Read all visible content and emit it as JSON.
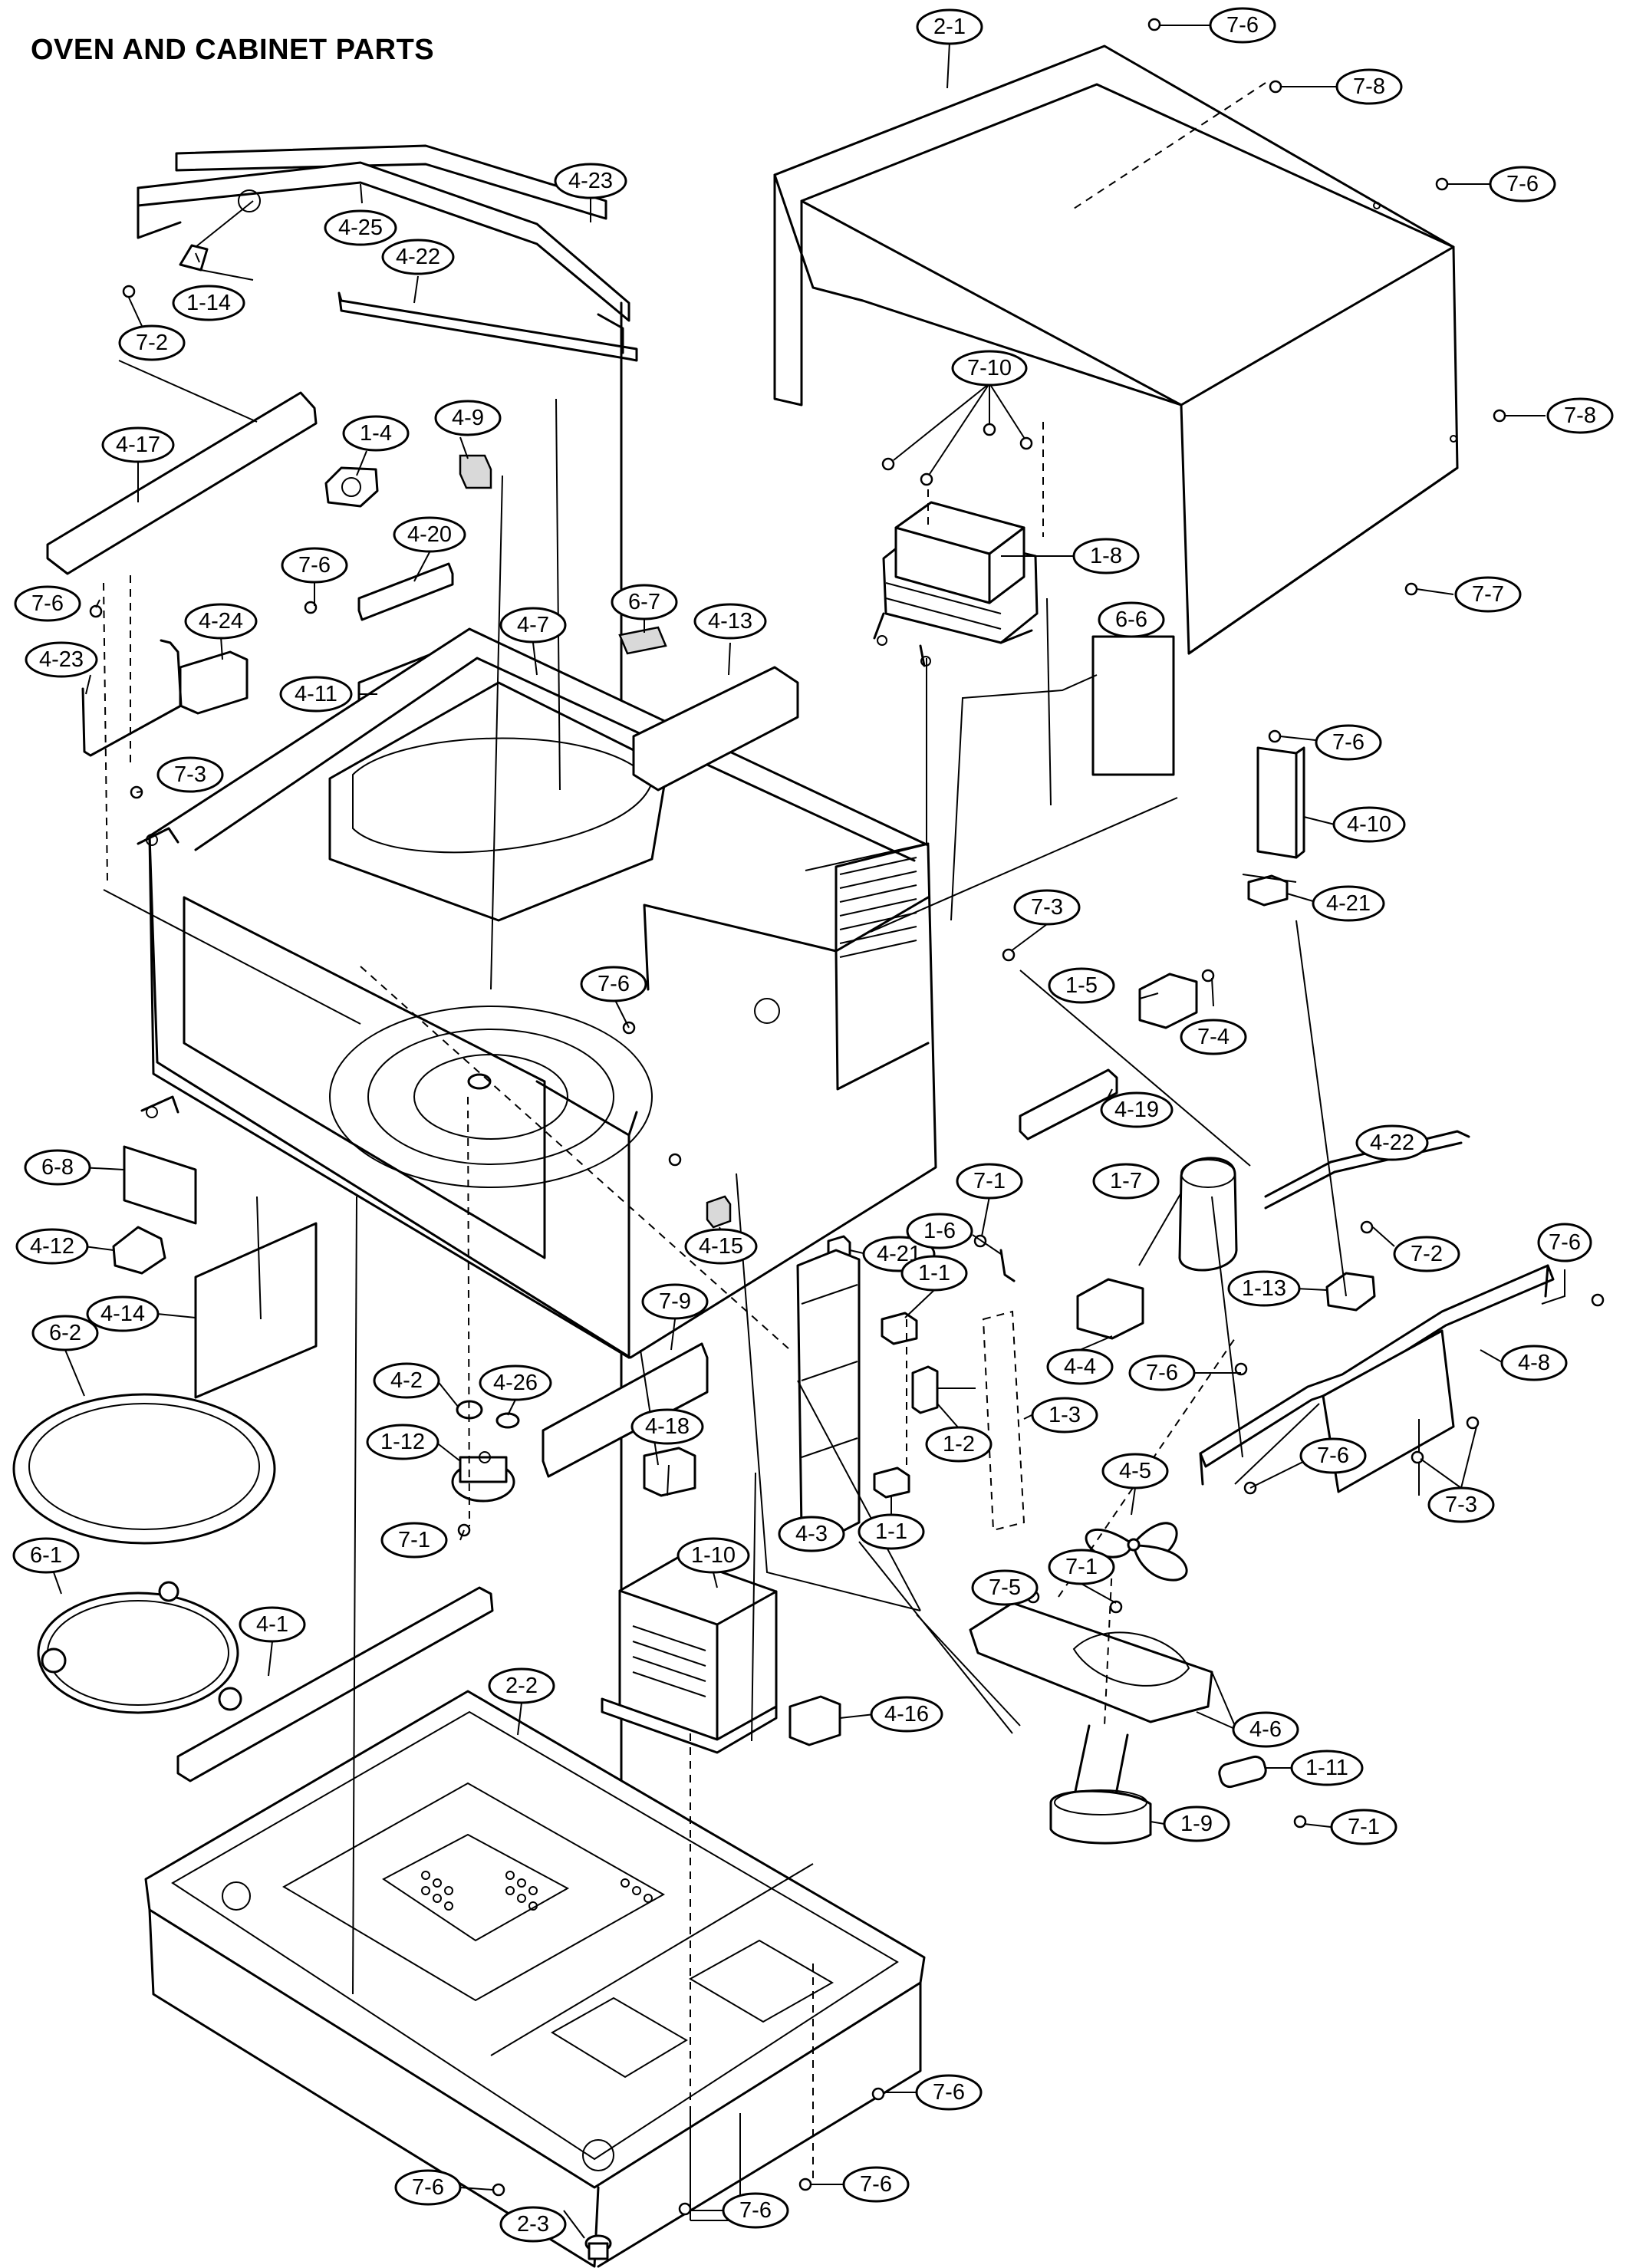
{
  "title": "OVEN AND CABINET PARTS",
  "labels": [
    {
      "id": "2-1",
      "text": "2-1"
    },
    {
      "id": "7-6a",
      "text": "7-6"
    },
    {
      "id": "7-8a",
      "text": "7-8"
    },
    {
      "id": "7-6b",
      "text": "7-6"
    },
    {
      "id": "7-8b",
      "text": "7-8"
    },
    {
      "id": "7-7",
      "text": "7-7"
    },
    {
      "id": "7-10",
      "text": "7-10"
    },
    {
      "id": "1-8",
      "text": "1-8"
    },
    {
      "id": "6-6",
      "text": "6-6"
    },
    {
      "id": "7-6c",
      "text": "7-6"
    },
    {
      "id": "4-10",
      "text": "4-10"
    },
    {
      "id": "4-21a",
      "text": "4-21"
    },
    {
      "id": "4-23a",
      "text": "4-23"
    },
    {
      "id": "4-25",
      "text": "4-25"
    },
    {
      "id": "4-22a",
      "text": "4-22"
    },
    {
      "id": "1-14",
      "text": "1-14"
    },
    {
      "id": "7-2a",
      "text": "7-2"
    },
    {
      "id": "4-17",
      "text": "4-17"
    },
    {
      "id": "1-4",
      "text": "1-4"
    },
    {
      "id": "4-9",
      "text": "4-9"
    },
    {
      "id": "4-20",
      "text": "4-20"
    },
    {
      "id": "7-6d",
      "text": "7-6"
    },
    {
      "id": "7-6e",
      "text": "7-6"
    },
    {
      "id": "4-24",
      "text": "4-24"
    },
    {
      "id": "4-23b",
      "text": "4-23"
    },
    {
      "id": "4-11",
      "text": "4-11"
    },
    {
      "id": "4-7",
      "text": "4-7"
    },
    {
      "id": "6-7",
      "text": "6-7"
    },
    {
      "id": "4-13",
      "text": "4-13"
    },
    {
      "id": "7-3a",
      "text": "7-3"
    },
    {
      "id": "7-3b",
      "text": "7-3"
    },
    {
      "id": "1-5",
      "text": "1-5"
    },
    {
      "id": "7-4",
      "text": "7-4"
    },
    {
      "id": "7-6f",
      "text": "7-6"
    },
    {
      "id": "4-19",
      "text": "4-19"
    },
    {
      "id": "4-22b",
      "text": "4-22"
    },
    {
      "id": "6-8",
      "text": "6-8"
    },
    {
      "id": "4-12",
      "text": "4-12"
    },
    {
      "id": "4-15",
      "text": "4-15"
    },
    {
      "id": "4-21b",
      "text": "4-21"
    },
    {
      "id": "7-1a",
      "text": "7-1"
    },
    {
      "id": "1-7",
      "text": "1-7"
    },
    {
      "id": "1-6",
      "text": "1-6"
    },
    {
      "id": "7-2b",
      "text": "7-2"
    },
    {
      "id": "7-6g",
      "text": "7-6"
    },
    {
      "id": "1-13",
      "text": "1-13"
    },
    {
      "id": "4-8",
      "text": "4-8"
    },
    {
      "id": "4-14",
      "text": "4-14"
    },
    {
      "id": "7-9",
      "text": "7-9"
    },
    {
      "id": "1-1a",
      "text": "1-1"
    },
    {
      "id": "4-4",
      "text": "4-4"
    },
    {
      "id": "7-6h",
      "text": "7-6"
    },
    {
      "id": "6-2",
      "text": "6-2"
    },
    {
      "id": "4-26",
      "text": "4-26"
    },
    {
      "id": "4-2",
      "text": "4-2"
    },
    {
      "id": "1-12",
      "text": "1-12"
    },
    {
      "id": "1-2",
      "text": "1-2"
    },
    {
      "id": "1-3",
      "text": "1-3"
    },
    {
      "id": "7-6i",
      "text": "7-6"
    },
    {
      "id": "7-3c",
      "text": "7-3"
    },
    {
      "id": "4-18",
      "text": "4-18"
    },
    {
      "id": "4-3",
      "text": "4-3"
    },
    {
      "id": "1-1b",
      "text": "1-1"
    },
    {
      "id": "7-1b",
      "text": "7-1"
    },
    {
      "id": "6-1",
      "text": "6-1"
    },
    {
      "id": "1-10",
      "text": "1-10"
    },
    {
      "id": "4-5",
      "text": "4-5"
    },
    {
      "id": "7-5",
      "text": "7-5"
    },
    {
      "id": "7-1c",
      "text": "7-1"
    },
    {
      "id": "4-1",
      "text": "4-1"
    },
    {
      "id": "2-2",
      "text": "2-2"
    },
    {
      "id": "4-16",
      "text": "4-16"
    },
    {
      "id": "4-6",
      "text": "4-6"
    },
    {
      "id": "1-11",
      "text": "1-11"
    },
    {
      "id": "1-9",
      "text": "1-9"
    },
    {
      "id": "7-1d",
      "text": "7-1"
    },
    {
      "id": "7-6j",
      "text": "7-6"
    },
    {
      "id": "7-6k",
      "text": "7-6"
    },
    {
      "id": "7-6l",
      "text": "7-6"
    },
    {
      "id": "7-6m",
      "text": "7-6"
    },
    {
      "id": "2-3",
      "text": "2-3"
    }
  ]
}
